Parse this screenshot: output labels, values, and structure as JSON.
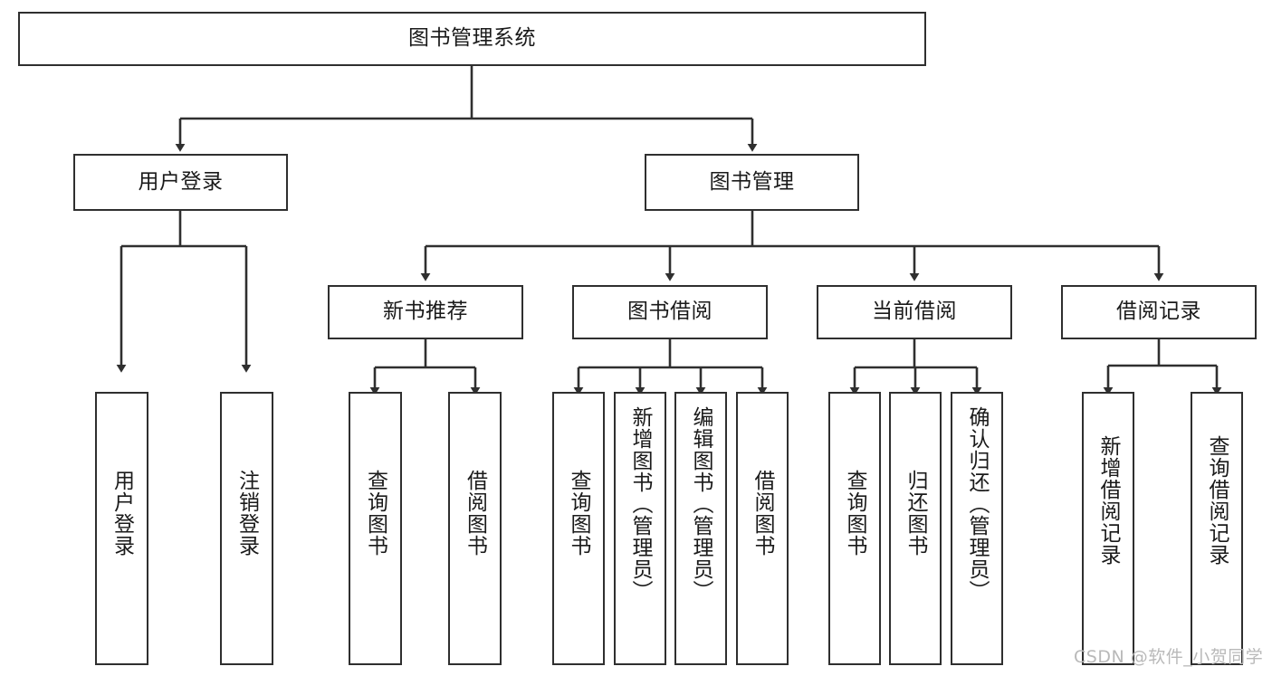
{
  "diagram": {
    "title": "图书管理系统",
    "type": "tree-hierarchy",
    "watermark": "CSDN @软件_小贺同学",
    "colors": {
      "border": "#2f2f2f",
      "fill": "#ffffff",
      "text": "#1a1a1a",
      "wire": "#2f2f2f",
      "watermark": "#b9b9b9"
    }
  },
  "nodes": {
    "root": {
      "label": "图书管理系统"
    },
    "level2": [
      {
        "label": "用户登录"
      },
      {
        "label": "图书管理"
      }
    ],
    "level3": [
      {
        "label": "新书推荐"
      },
      {
        "label": "图书借阅"
      },
      {
        "label": "当前借阅"
      },
      {
        "label": "借阅记录"
      }
    ],
    "leaves": {
      "user_login": [
        {
          "label": "用户登录"
        },
        {
          "label": "注销登录"
        }
      ],
      "new_book": [
        {
          "label": "查询图书"
        },
        {
          "label": "借阅图书"
        }
      ],
      "book_borrow": [
        {
          "label": "查询图书"
        },
        {
          "label": "新增图书（管理员）"
        },
        {
          "label": "编辑图书（管理员）"
        },
        {
          "label": "借阅图书"
        }
      ],
      "current_borrow": [
        {
          "label": "查询图书"
        },
        {
          "label": "归还图书"
        },
        {
          "label": "确认归还（管理员）"
        }
      ],
      "borrow_record": [
        {
          "label": "新增借阅记录"
        },
        {
          "label": "查询借阅记录"
        }
      ]
    }
  }
}
